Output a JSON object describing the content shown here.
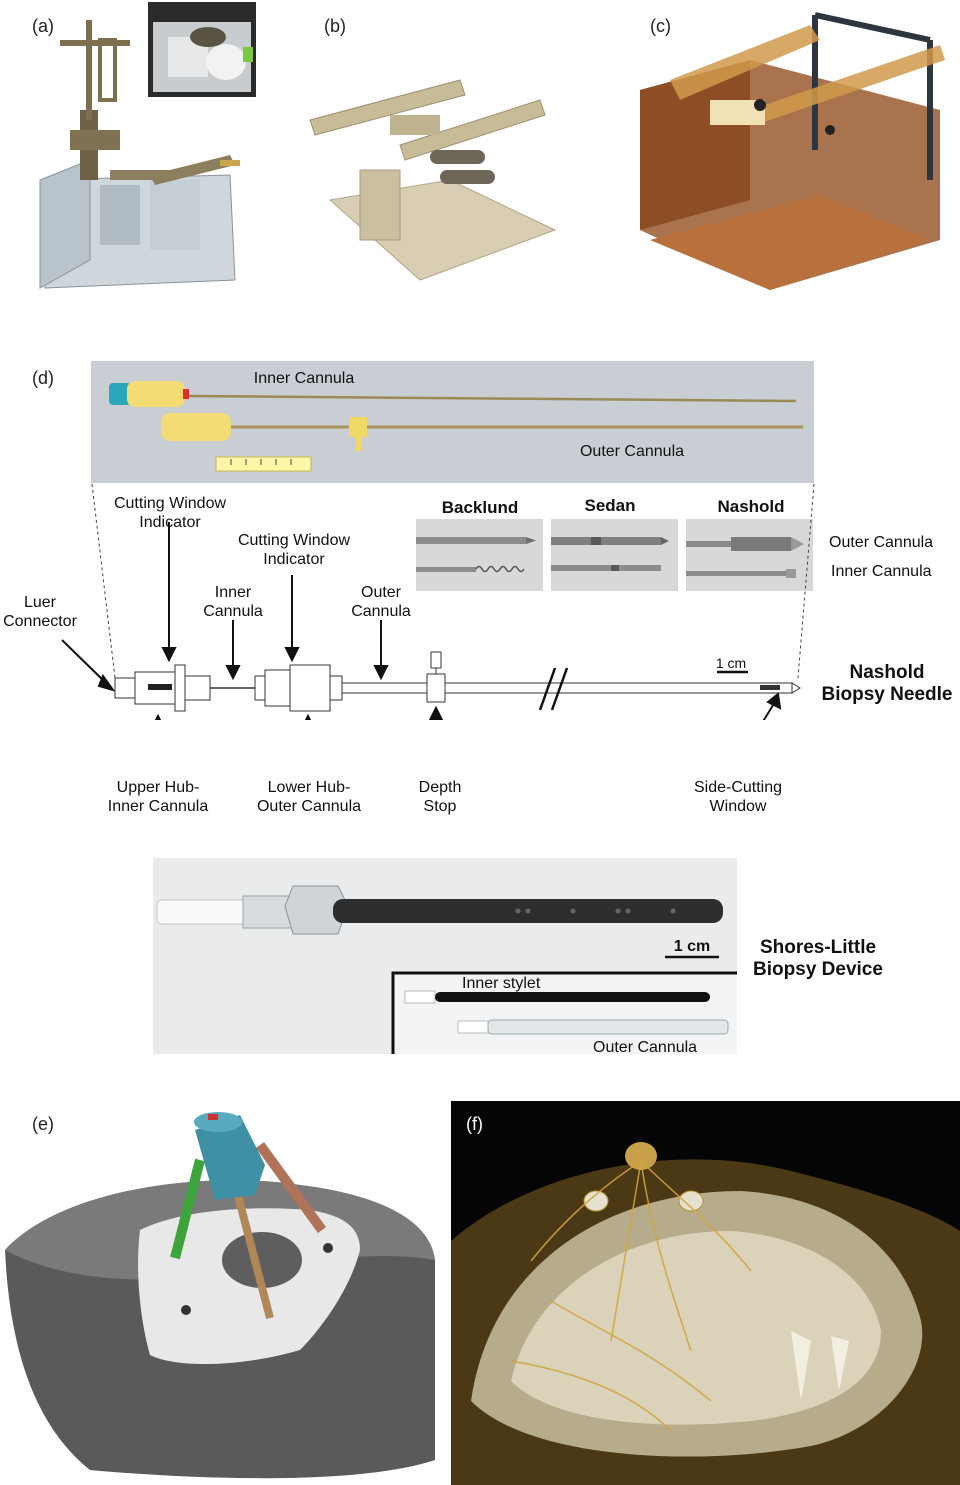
{
  "panels": {
    "a": "(a)",
    "b": "(b)",
    "c": "(c)",
    "d": "(d)",
    "e": "(e)",
    "f": "(f)"
  },
  "nashold_photo": {
    "inner_cannula": "Inner Cannula",
    "outer_cannula": "Outer Cannula"
  },
  "tips": {
    "backlund": "Backlund",
    "sedan": "Sedan",
    "nashold": "Nashold",
    "outer_cannula": "Outer Cannula",
    "inner_cannula": "Inner Cannula"
  },
  "diagram": {
    "cutting_window_indicator_1": [
      "Cutting Window",
      "Indicator"
    ],
    "cutting_window_indicator_2": [
      "Cutting Window",
      "Indicator"
    ],
    "luer_connector": [
      "Luer",
      "Connector"
    ],
    "inner_cannula": [
      "Inner",
      "Cannula"
    ],
    "outer_cannula": [
      "Outer",
      "Cannula"
    ],
    "scale": "1 cm",
    "title": [
      "Nashold",
      "Biopsy Needle"
    ],
    "upper_hub": [
      "Upper Hub-",
      "Inner Cannula"
    ],
    "lower_hub": [
      "Lower Hub-",
      "Outer Cannula"
    ],
    "depth_stop": [
      "Depth",
      "Stop"
    ],
    "side_cutting": [
      "Side-Cutting",
      "Window"
    ]
  },
  "shores": {
    "scale": "1 cm",
    "title": [
      "Shores-Little",
      "Biopsy Device"
    ],
    "inner_stylet": "Inner stylet",
    "outer_cannula": "Outer Cannula"
  }
}
